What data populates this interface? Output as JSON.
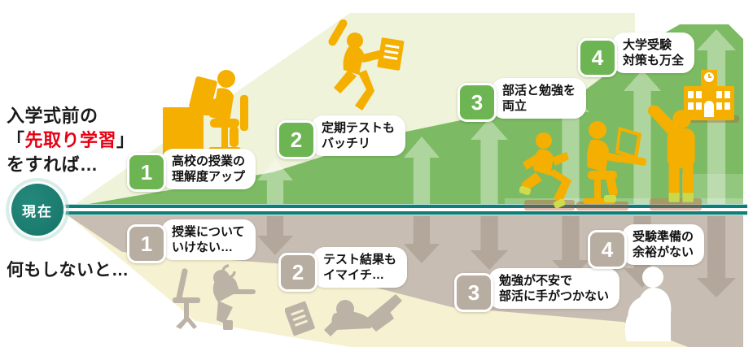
{
  "title": {
    "line1": "入学式前の",
    "line2_open": "「",
    "line2_highlight": "先取り学習",
    "line2_close": "」",
    "line3": "をすれば…"
  },
  "now_badge": "現在",
  "bottom_caption": "何もしないと…",
  "top_path": {
    "steps": [
      {
        "num": "1",
        "line1": "高校の授業の",
        "line2": "理解度アップ"
      },
      {
        "num": "2",
        "line1": "定期テストも",
        "line2": "バッチリ"
      },
      {
        "num": "3",
        "line1": "部活と勉強を",
        "line2": "両立"
      },
      {
        "num": "4",
        "line1": "大学受験",
        "line2": "対策も万全"
      }
    ]
  },
  "bottom_path": {
    "steps": [
      {
        "num": "1",
        "line1": "授業について",
        "line2": "いけない…"
      },
      {
        "num": "2",
        "line1": "テスト結果も",
        "line2": "イマイチ…"
      },
      {
        "num": "3",
        "line1": "勉強が不安で",
        "line2": "部活に手がつかない"
      },
      {
        "num": "4",
        "line1": "受験準備の",
        "line2": "余裕がない"
      }
    ]
  },
  "icons": [
    "student-at-desk-icon",
    "jumping-student-icon",
    "running-student-icon",
    "laptop-student-icon",
    "raised-hand-student-icon",
    "school-building-icon",
    "slumped-student-icon",
    "fallen-student-icon",
    "huddled-student-icon",
    "growth-arrow-up-icon",
    "decline-arrow-down-icon"
  ],
  "colors": {
    "upper_green": "#7CBB63",
    "upper_pale_green": "#EEF3D9",
    "lower_taupe": "#C7BDB2",
    "lower_pale_yellow": "#F6F1D0",
    "timeline_teal": "#0F7E77",
    "figure_yellow": "#F4AF00",
    "figure_gray": "#BDB2A6",
    "badge_green": "#6DB553",
    "badge_gray": "#B8ADA1",
    "highlight_red": "#E60012"
  }
}
